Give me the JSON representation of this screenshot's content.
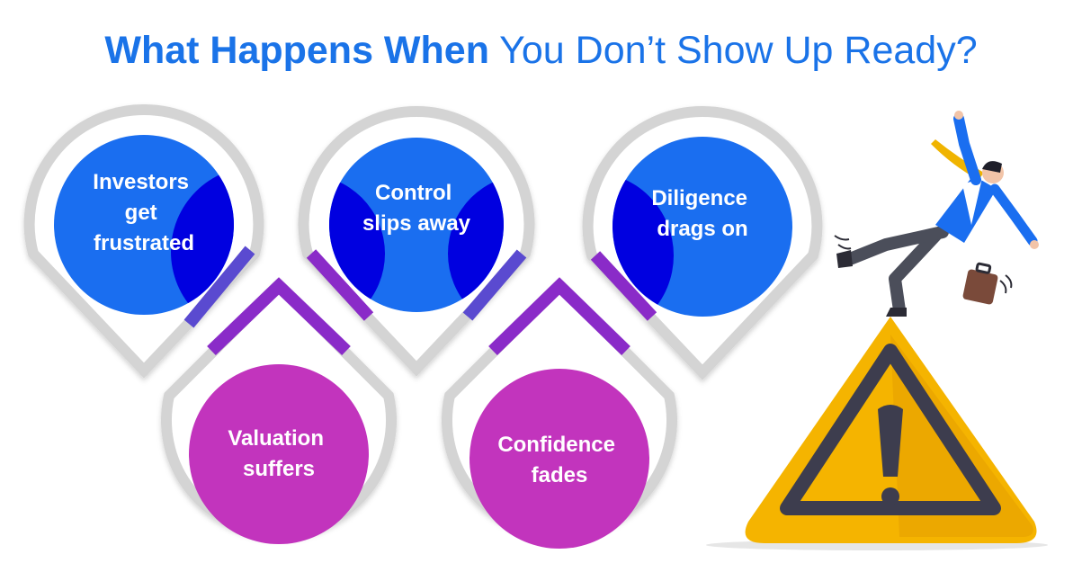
{
  "title": {
    "bold": "What Happens When",
    "light": "You Don’t Show Up Ready?"
  },
  "nodes": [
    {
      "id": "investors",
      "lines": [
        "Investors",
        "get",
        "frustrated"
      ]
    },
    {
      "id": "control",
      "lines": [
        "Control",
        "slips away"
      ]
    },
    {
      "id": "diligence",
      "lines": [
        "Diligence",
        "drags on"
      ]
    },
    {
      "id": "valuation",
      "lines": [
        "Valuation",
        "suffers"
      ]
    },
    {
      "id": "confidence",
      "lines": [
        "Confidence",
        "fades"
      ]
    }
  ],
  "colors": {
    "title": "#1a73e8",
    "blue_circle": "#1a6ef0",
    "blue_shadow": "#0000e0",
    "magenta_circle": "#c234bd",
    "purple_connector": "#8a2bc8",
    "pin_outline": "#d2d2d2",
    "warning_yellow": "#f5b400",
    "warning_dark": "#3d3d4e"
  },
  "illustration": {
    "icon": "warning-sign-icon",
    "figure": "falling-businessman-icon",
    "briefcase": "briefcase-icon"
  }
}
